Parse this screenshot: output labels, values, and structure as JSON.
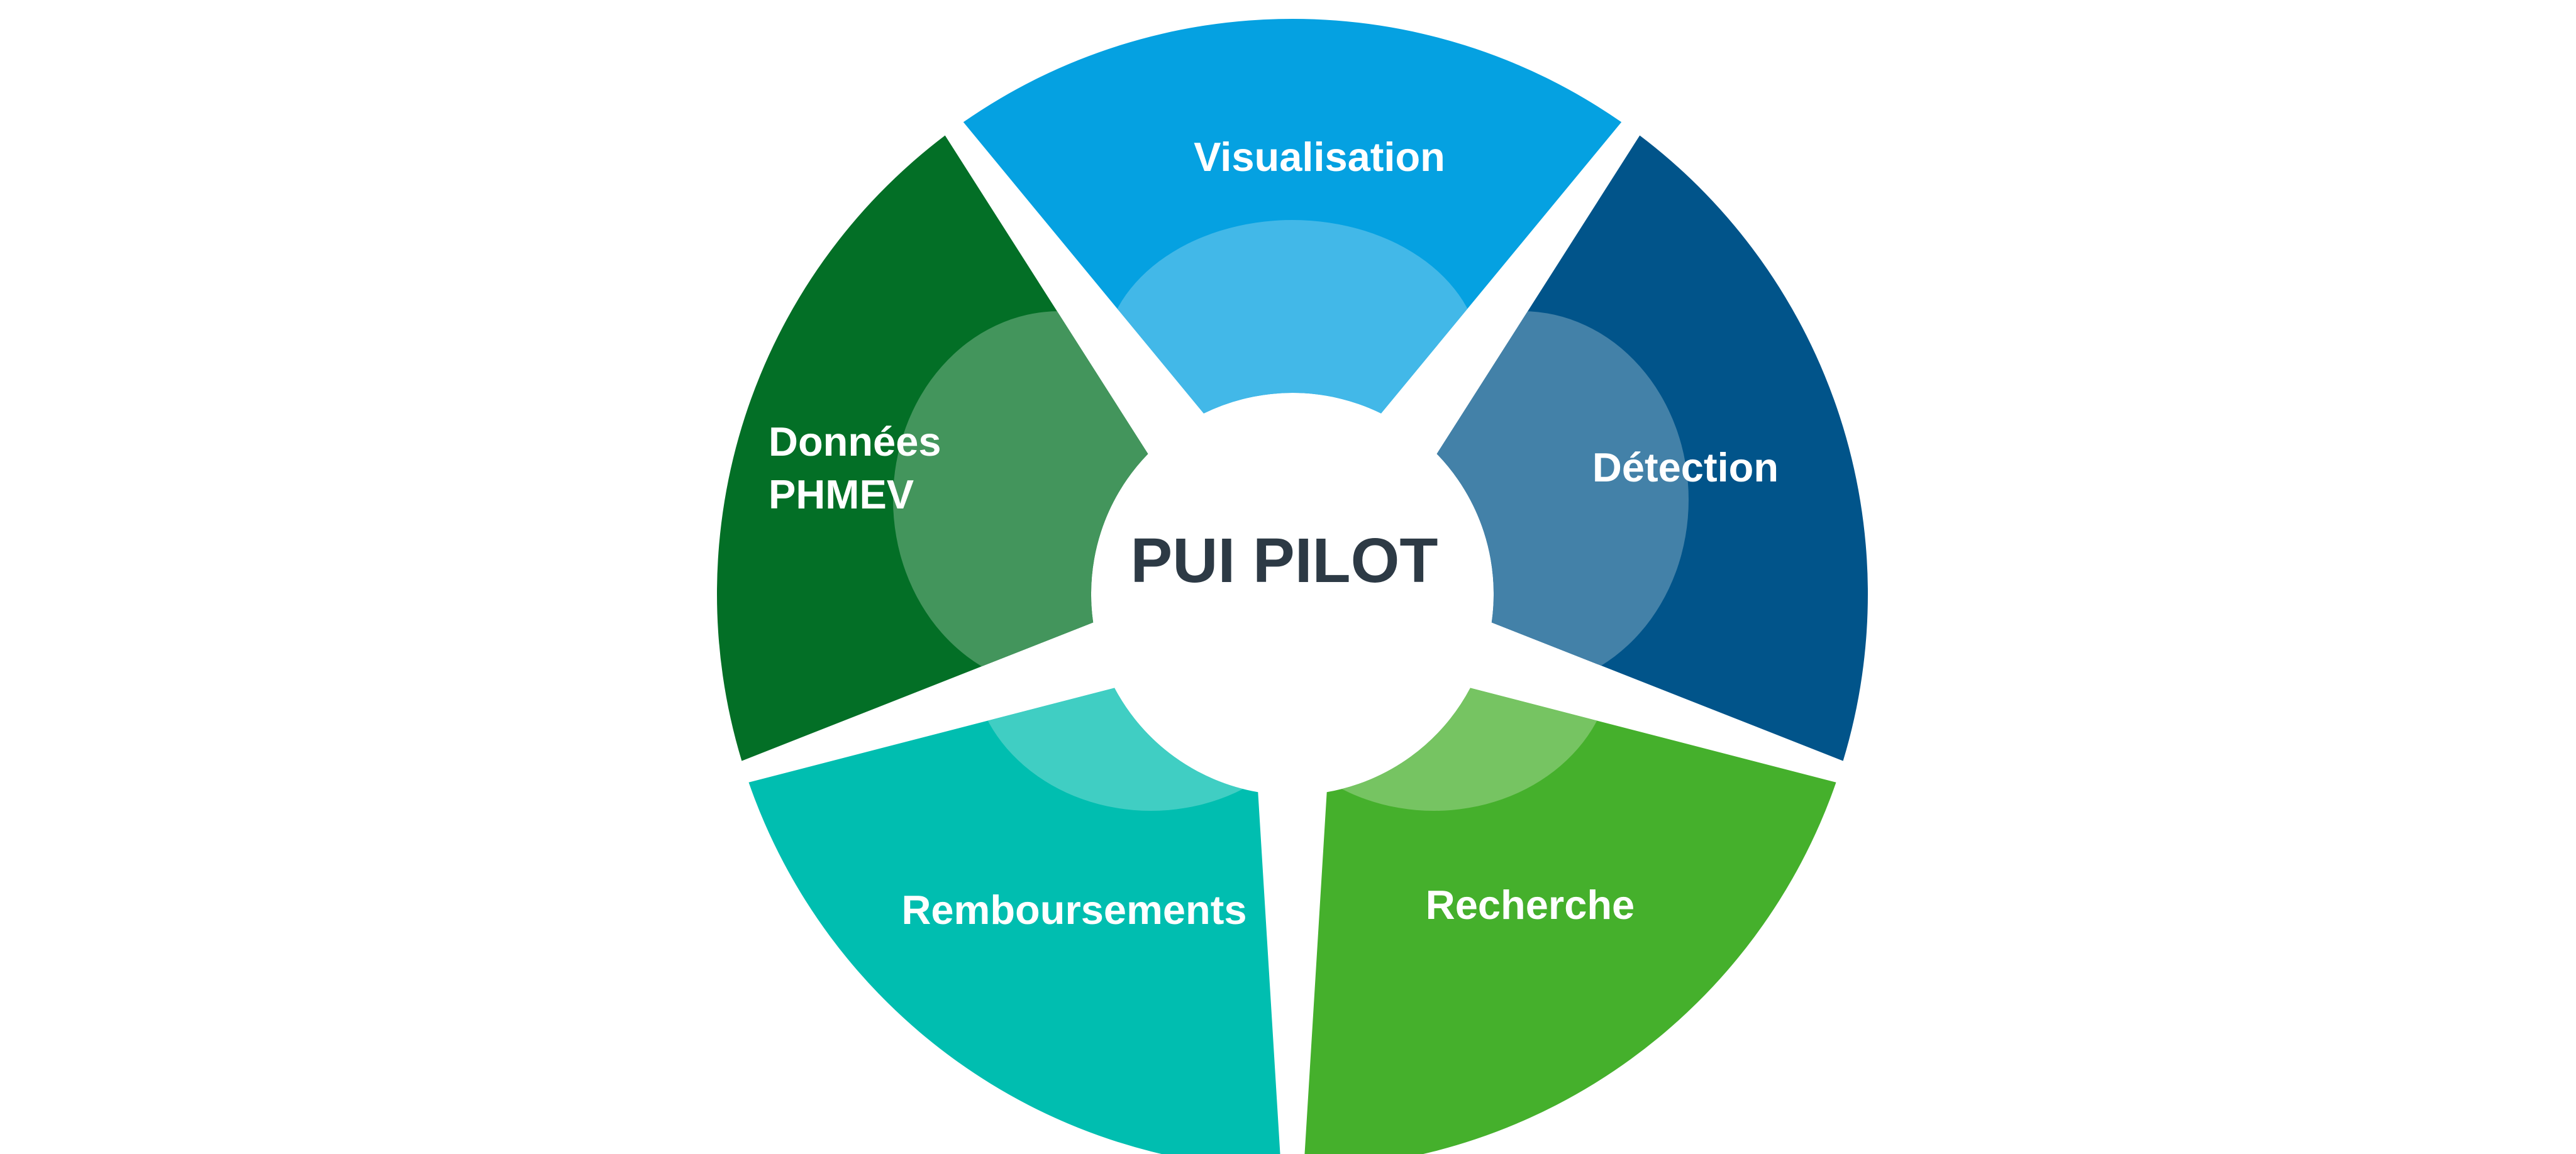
{
  "center": {
    "title": "PUI PILOT"
  },
  "segments": [
    {
      "key": "visualisation",
      "lines": [
        "Visualisation"
      ],
      "color": "#05a1e1",
      "overlap_color": "#42b8e8"
    },
    {
      "key": "detection",
      "lines": [
        "Détection"
      ],
      "color": "#01548a",
      "overlap_color": "#4381a8"
    },
    {
      "key": "recherche",
      "lines": [
        "Recherche"
      ],
      "color": "#45b02c",
      "overlap_color": "#76c462"
    },
    {
      "key": "remboursements",
      "lines": [
        "Remboursements"
      ],
      "color": "#00beb0",
      "overlap_color": "#40cec3"
    },
    {
      "key": "donnees",
      "lines": [
        "Données",
        "PHMEV"
      ],
      "color": "#036f26",
      "overlap_color": "#43955c"
    }
  ]
}
